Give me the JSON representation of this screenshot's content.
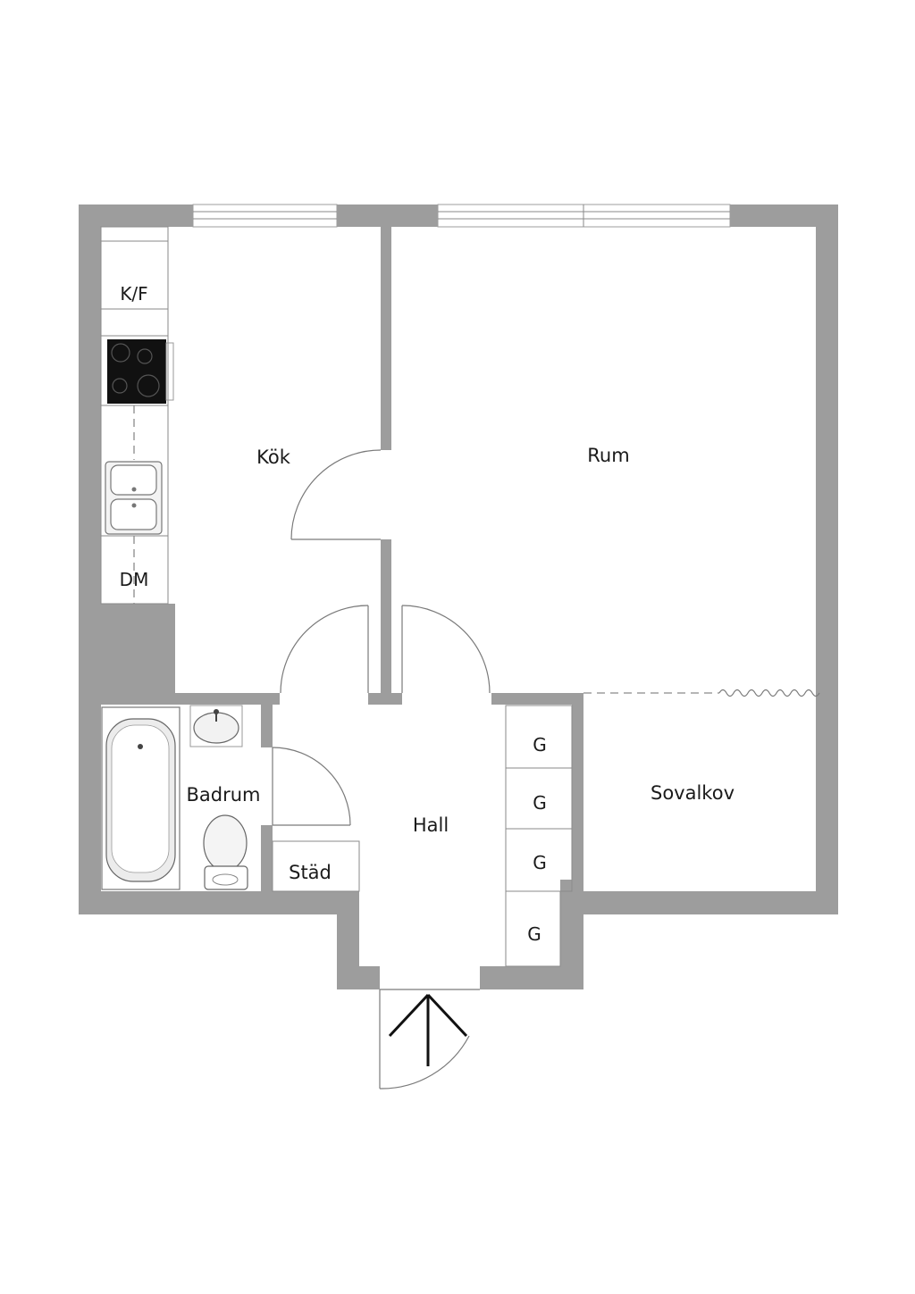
{
  "rooms": {
    "kitchen": "Kök",
    "living_room": "Rum",
    "bathroom": "Badrum",
    "hall": "Hall",
    "sleeping_alcove": "Sovalkov",
    "cleaning_closet": "Städ"
  },
  "fixtures": {
    "fridge_freezer": "K/F",
    "dishwasher": "DM",
    "wardrobes": [
      "G",
      "G",
      "G",
      "G"
    ]
  },
  "colors": {
    "wall": "#9d9d9d",
    "stove": "#111111",
    "line": "#7a7a7a"
  },
  "icons": [
    "stove-icon",
    "double-sink-icon",
    "bathtub-icon",
    "washbasin-icon",
    "toilet-icon",
    "entrance-arrow-icon"
  ]
}
